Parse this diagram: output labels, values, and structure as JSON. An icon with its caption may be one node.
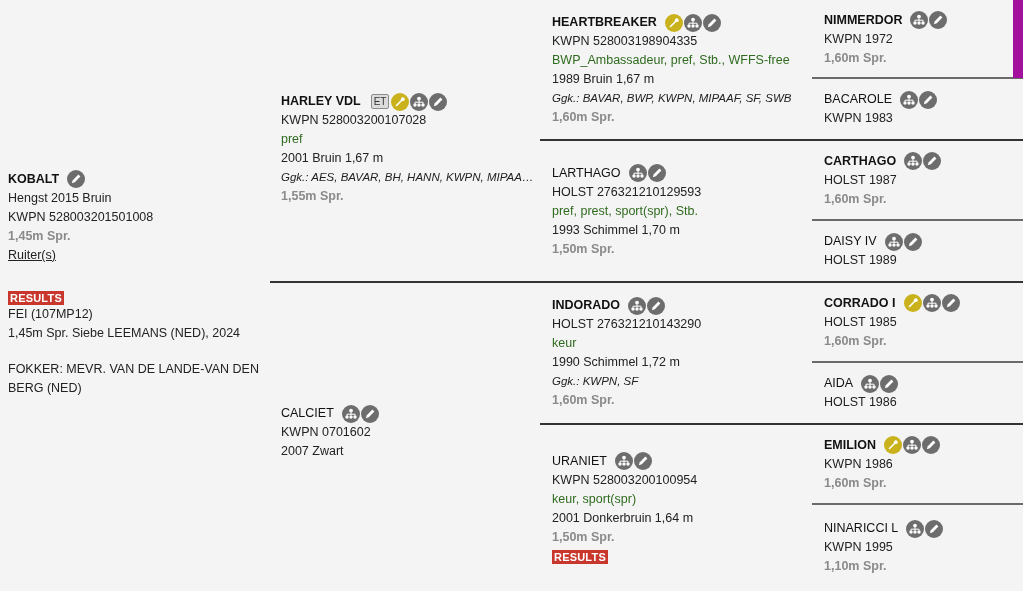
{
  "diagram": {
    "nodes": [
      {
        "text": [
          "KOBALT",
          "Hengst 2015 Bruin",
          "KWPN 528003201501008",
          "1,45m Spr.",
          "Ruiter(s)",
          "RESULTS",
          "FEI (107MP12)",
          "1,45m Spr. Siebe LEEMANS (NED), 2024",
          "FOKKER: MEVR. VAN DE LANDE-VAN DEN BERG (NED)"
        ]
      },
      {
        "text": [
          "HARLEY VDL",
          "ET",
          "KWPN 528003200107028",
          "pref",
          "2001 Bruin 1,67 m",
          "Ggk.: AES, BAVAR, BH, HANN, KWPN, MIPAA…",
          "1,55m Spr."
        ]
      },
      {
        "text": [
          "CALCIET",
          "KWPN 0701602",
          "2007 Zwart"
        ]
      },
      {
        "text": [
          "HEARTBREAKER",
          "KWPN 528003198904335",
          "BWP_Ambassadeur, pref, Stb., WFFS-free",
          "1989 Bruin 1,67 m",
          "Ggk.: BAVAR, BWP, KWPN, MIPAAF, SF, SWB",
          "1,60m Spr."
        ]
      },
      {
        "text": [
          "LARTHAGO",
          "HOLST 276321210129593",
          "pref, prest, sport(spr), Stb.",
          "1993 Schimmel 1,70 m",
          "1,50m Spr."
        ]
      },
      {
        "text": [
          "INDORADO",
          "HOLST 276321210143290",
          "keur",
          "1990 Schimmel 1,72 m",
          "Ggk.: KWPN, SF",
          "1,60m Spr."
        ]
      },
      {
        "text": [
          "URANIET",
          "KWPN 528003200100954",
          "keur, sport(spr)",
          "2001 Donkerbruin 1,64 m",
          "1,50m Spr.",
          "RESULTS"
        ]
      },
      {
        "text": [
          "NIMMERDOR",
          "KWPN 1972",
          "1,60m Spr."
        ]
      },
      {
        "text": [
          "BACAROLE",
          "KWPN 1983"
        ]
      },
      {
        "text": [
          "CARTHAGO",
          "HOLST 1987",
          "1,60m Spr."
        ]
      },
      {
        "text": [
          "DAISY IV",
          "HOLST 1989"
        ]
      },
      {
        "text": [
          "CORRADO I",
          "HOLST 1985",
          "1,60m Spr."
        ]
      },
      {
        "text": [
          "AIDA",
          "HOLST 1986"
        ]
      },
      {
        "text": [
          "EMILION",
          "KWPN 1986",
          "1,60m Spr."
        ]
      },
      {
        "text": [
          "NINARICCI L",
          "KWPN 1995",
          "1,10m Spr."
        ]
      }
    ]
  }
}
